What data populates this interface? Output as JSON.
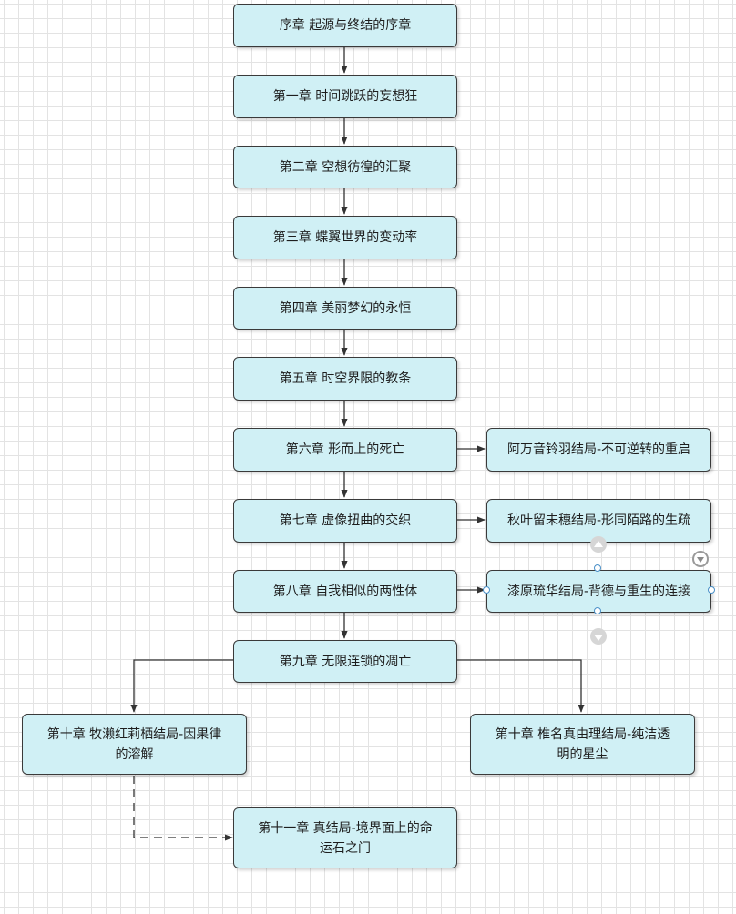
{
  "colors": {
    "node_fill": "#d0f0f5",
    "node_border": "#3a3a3a",
    "edge": "#333333",
    "selection_handle": "#4a90c8"
  },
  "nodes": {
    "prologue": "序章 起源与终结的序章",
    "ch1": "第一章 时间跳跃的妄想狂",
    "ch2": "第二章 空想彷徨的汇聚",
    "ch3": "第三章 蝶翼世界的变动率",
    "ch4": "第四章 美丽梦幻的永恒",
    "ch5": "第五章 时空界限的教条",
    "ch6": "第六章 形而上的死亡",
    "ch7": "第七章 虚像扭曲的交织",
    "ch8": "第八章 自我相似的两性体",
    "ch9": "第九章 无限连锁的凋亡",
    "end_ch6": "阿万音铃羽结局-不可逆转的重启",
    "end_ch7": "秋叶留未穗结局-形同陌路的生疏",
    "end_ch8": "漆原琉华结局-背德与重生的连接",
    "ch10_a_line1": "第十章 牧濑红莉栖结局-因果律",
    "ch10_a_line2": "的溶解",
    "ch10_b_line1": "第十章 椎名真由理结局-纯洁透",
    "ch10_b_line2": "明的星尘",
    "ch11_line1": "第十一章 真结局-境界面上的命",
    "ch11_line2": "运石之门"
  },
  "edges": [
    {
      "from": "prologue",
      "to": "ch1",
      "style": "solid"
    },
    {
      "from": "ch1",
      "to": "ch2",
      "style": "solid"
    },
    {
      "from": "ch2",
      "to": "ch3",
      "style": "solid"
    },
    {
      "from": "ch3",
      "to": "ch4",
      "style": "solid"
    },
    {
      "from": "ch4",
      "to": "ch5",
      "style": "solid"
    },
    {
      "from": "ch5",
      "to": "ch6",
      "style": "solid"
    },
    {
      "from": "ch6",
      "to": "ch7",
      "style": "solid"
    },
    {
      "from": "ch7",
      "to": "ch8",
      "style": "solid"
    },
    {
      "from": "ch8",
      "to": "ch9",
      "style": "solid"
    },
    {
      "from": "ch6",
      "to": "end_ch6",
      "style": "solid"
    },
    {
      "from": "ch7",
      "to": "end_ch7",
      "style": "solid"
    },
    {
      "from": "ch8",
      "to": "end_ch8",
      "style": "solid"
    },
    {
      "from": "ch9",
      "to": "ch10_a",
      "style": "solid"
    },
    {
      "from": "ch9",
      "to": "ch10_b",
      "style": "solid"
    },
    {
      "from": "ch10_a",
      "to": "ch11",
      "style": "dashed"
    }
  ],
  "selected_node": "end_ch8",
  "selection_controls": [
    "arrow-up-control-icon",
    "arrow-down-control-icon",
    "collapse-control-icon"
  ]
}
